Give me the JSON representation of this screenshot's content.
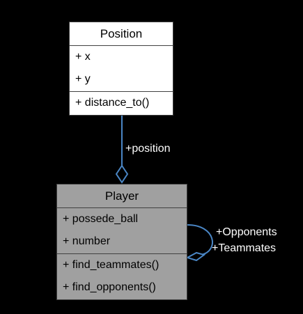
{
  "diagram": {
    "classes": {
      "position": {
        "name": "Position",
        "attributes": [
          "+ x",
          "+ y"
        ],
        "operations": [
          "+ distance_to()"
        ]
      },
      "player": {
        "name": "Player",
        "attributes": [
          "+ possede_ball",
          "+ number"
        ],
        "operations": [
          "+ find_teammates()",
          "+ find_opponents()"
        ]
      }
    },
    "relations": {
      "position_label": "+position",
      "self_labels": [
        "+Opponents",
        "+Teammates"
      ]
    },
    "colors": {
      "background": "#000000",
      "edge": "#4a86c5",
      "position_fill": "#ffffff",
      "player_fill": "#a0a0a0",
      "label_text": "#ffffff"
    }
  }
}
